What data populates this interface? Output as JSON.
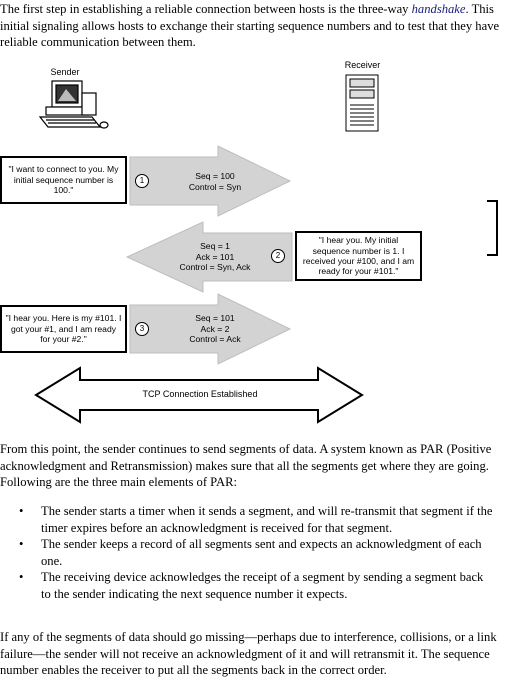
{
  "intro": {
    "before": "The first step in establishing a reliable connection between hosts is the three-way ",
    "term": "handshake",
    "after": ". This initial signaling allows hosts to exchange their starting sequence numbers and to test that they have reliable communication between them."
  },
  "diagram": {
    "sender_label": "Sender",
    "receiver_label": "Receiver",
    "steps": [
      {
        "number": "1",
        "message": "\"I want to connect to you. My initial sequence number is 100.\"",
        "arrow_lines": [
          "Seq = 100",
          "Control = Syn"
        ]
      },
      {
        "number": "2",
        "message": "\"I hear you. My initial sequence number is 1. I received your #100, and I am ready for your #101.\"",
        "arrow_lines": [
          "Seq = 1",
          "Ack = 101",
          "Control = Syn, Ack"
        ]
      },
      {
        "number": "3",
        "message": "\"I hear you. Here is my #101. I got your #1, and I am ready for your #2.\"",
        "arrow_lines": [
          "Seq = 101",
          "Ack = 2",
          "Control = Ack"
        ]
      }
    ],
    "connection_label": "TCP Connection Established"
  },
  "par_intro": "From this point, the sender continues to send segments of data. A system known as PAR (Positive acknowledgment and Retransmission) makes sure that all the segments get where they are going. Following are the three main elements of PAR:",
  "bullets": [
    "The sender starts a timer when it sends a segment, and will re-transmit that segment if the timer expires before an acknowledgment is received for that segment.",
    "The sender keeps a record of all segments sent and expects an acknowledgment of each one.",
    "The receiving device acknowledges the receipt of a segment by sending a segment back to the sender indicating the next sequence number it expects."
  ],
  "closing": "If any of the segments of data should go missing—perhaps due to interference, collisions, or a link failure—the sender will not receive an acknowledgment of it and will retransmit it. The sequence number enables the receiver to put all the segments back in the correct order.",
  "colors": {
    "arrow_fill": "#d3d3d3",
    "arrow_stroke": "#bdbdbd",
    "link": "#1a237e"
  }
}
